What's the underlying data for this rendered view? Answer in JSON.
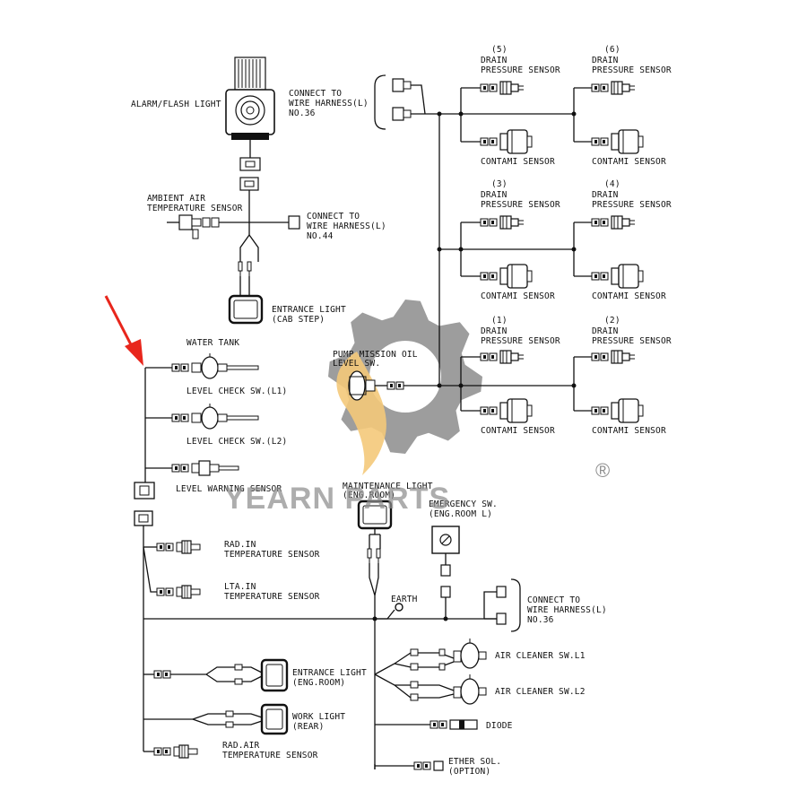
{
  "labels": {
    "alarm_flash_light": "ALARM/FLASH LIGHT",
    "connect_l36_top_1": "CONNECT TO",
    "connect_l36_top_2": "WIRE HARNESS(L)",
    "connect_l36_top_3": "NO.36",
    "ambient_1": "AMBIENT AIR",
    "ambient_2": "TEMPERATURE SENSOR",
    "connect_l44_1": "CONNECT TO",
    "connect_l44_2": "WIRE HARNESS(L)",
    "connect_l44_3": "NO.44",
    "entrance_cab_1": "ENTRANCE LIGHT",
    "entrance_cab_2": "(CAB STEP)",
    "water_tank": "WATER TANK",
    "level_l1": "LEVEL CHECK SW.(L1)",
    "level_l2": "LEVEL CHECK SW.(L2)",
    "level_warning": "LEVEL WARNING SENSOR",
    "rad_in_1": "RAD.IN",
    "rad_in_2": "TEMPERATURE SENSOR",
    "lta_in_1": "LTA.IN",
    "lta_in_2": "TEMPERATURE SENSOR",
    "entrance_eng_1": "ENTRANCE LIGHT",
    "entrance_eng_2": "(ENG.ROOM)",
    "work_light_1": "WORK LIGHT",
    "work_light_2": "(REAR)",
    "rad_air_1": "RAD.AIR",
    "rad_air_2": "TEMPERATURE SENSOR",
    "pump_1": "PUMP MISSION OIL",
    "pump_2": "LEVEL SW.",
    "maint_1": "MAINTENANCE LIGHT",
    "maint_2": "(ENG.ROOM)",
    "emerg_1": "EMERGENCY SW.",
    "emerg_2": "(ENG.ROOM L)",
    "earth": "EARTH",
    "connect_l36_bot_1": "CONNECT TO",
    "connect_l36_bot_2": "WIRE HARNESS(L)",
    "connect_l36_bot_3": "NO.36",
    "air_cleaner_l1": "AIR CLEANER SW.L1",
    "air_cleaner_l2": "AIR CLEANER SW.L2",
    "diode": "DIODE",
    "ether_1": "ETHER SOL.",
    "ether_2": "(OPTION)",
    "s5_num": "(5)",
    "s5_a": "DRAIN",
    "s5_b": "PRESSURE SENSOR",
    "s6_num": "(6)",
    "s6_a": "DRAIN",
    "s6_b": "PRESSURE SENSOR",
    "s3_num": "(3)",
    "s3_a": "DRAIN",
    "s3_b": "PRESSURE SENSOR",
    "s4_num": "(4)",
    "s4_a": "DRAIN",
    "s4_b": "PRESSURE SENSOR",
    "s1_num": "(1)",
    "s1_a": "DRAIN",
    "s1_b": "PRESSURE SENSOR",
    "s2_num": "(2)",
    "s2_a": "DRAIN",
    "s2_b": "PRESSURE SENSOR",
    "contami": "CONTAMI SENSOR"
  },
  "watermark": {
    "text": "YEARN PARTS",
    "registered": "®",
    "gear_color": "#8c8c8c",
    "flame_color": "#f4c97a"
  },
  "colors": {
    "line": "#111111",
    "arrow": "#e8261c"
  },
  "icons": [
    "arrow-icon",
    "gear-logo-icon",
    "flame-logo-icon"
  ]
}
